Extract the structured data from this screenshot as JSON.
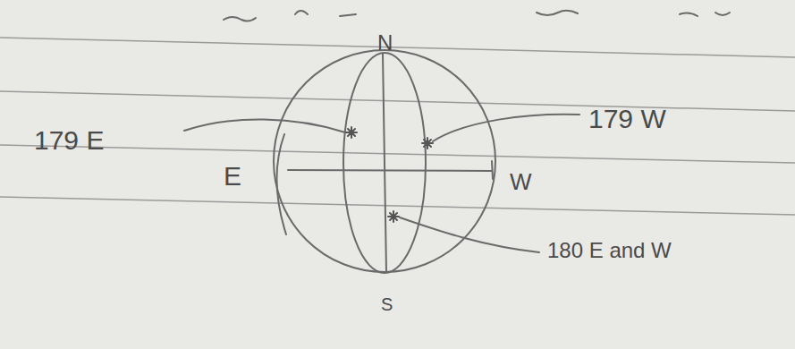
{
  "diagram": {
    "labels": [
      "N",
      "S",
      "E",
      "W",
      "179 E",
      "179 W",
      "180 E and W"
    ]
  }
}
